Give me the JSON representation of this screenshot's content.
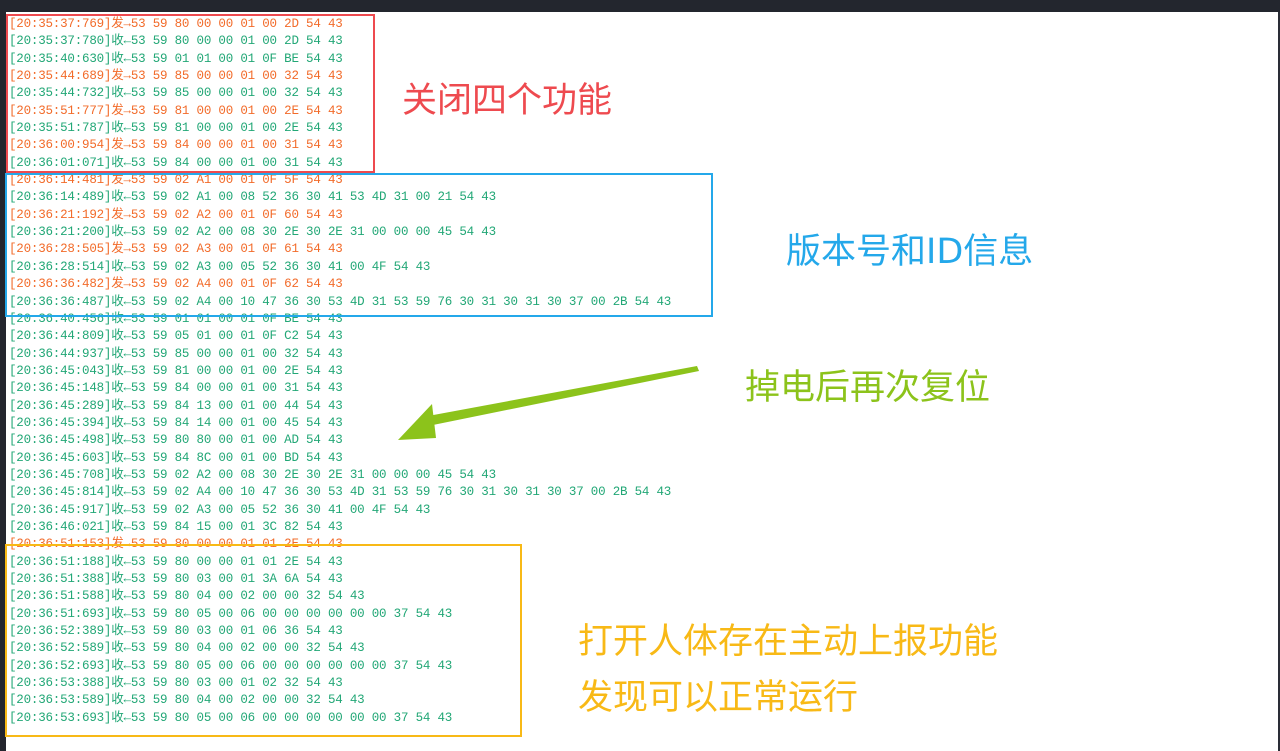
{
  "log_lines": [
    {
      "dir": "send",
      "text": "[20:35:37:769]发→53 59 80 00 00 01 00 2D 54 43"
    },
    {
      "dir": "recv",
      "text": "[20:35:37:780]收←53 59 80 00 00 01 00 2D 54 43"
    },
    {
      "dir": "recv",
      "text": "[20:35:40:630]收←53 59 01 01 00 01 0F BE 54 43"
    },
    {
      "dir": "send",
      "text": "[20:35:44:689]发→53 59 85 00 00 01 00 32 54 43"
    },
    {
      "dir": "recv",
      "text": "[20:35:44:732]收←53 59 85 00 00 01 00 32 54 43"
    },
    {
      "dir": "send",
      "text": "[20:35:51:777]发→53 59 81 00 00 01 00 2E 54 43"
    },
    {
      "dir": "recv",
      "text": "[20:35:51:787]收←53 59 81 00 00 01 00 2E 54 43"
    },
    {
      "dir": "send",
      "text": "[20:36:00:954]发→53 59 84 00 00 01 00 31 54 43"
    },
    {
      "dir": "recv",
      "text": "[20:36:01:071]收←53 59 84 00 00 01 00 31 54 43"
    },
    {
      "dir": "send",
      "text": "[20:36:14:481]发→53 59 02 A1 00 01 0F 5F 54 43"
    },
    {
      "dir": "recv",
      "text": "[20:36:14:489]收←53 59 02 A1 00 08 52 36 30 41 53 4D 31 00 21 54 43"
    },
    {
      "dir": "send",
      "text": "[20:36:21:192]发→53 59 02 A2 00 01 0F 60 54 43"
    },
    {
      "dir": "recv",
      "text": "[20:36:21:200]收←53 59 02 A2 00 08 30 2E 30 2E 31 00 00 00 45 54 43"
    },
    {
      "dir": "send",
      "text": "[20:36:28:505]发→53 59 02 A3 00 01 0F 61 54 43"
    },
    {
      "dir": "recv",
      "text": "[20:36:28:514]收←53 59 02 A3 00 05 52 36 30 41 00 4F 54 43"
    },
    {
      "dir": "send",
      "text": "[20:36:36:482]发→53 59 02 A4 00 01 0F 62 54 43"
    },
    {
      "dir": "recv",
      "text": "[20:36:36:487]收←53 59 02 A4 00 10 47 36 30 53 4D 31 53 59 76 30 31 30 31 30 37 00 2B 54 43"
    },
    {
      "dir": "recv",
      "text": "[20:36:40:456]收←53 59 01 01 00 01 0F BE 54 43"
    },
    {
      "dir": "recv",
      "text": "[20:36:44:809]收←53 59 05 01 00 01 0F C2 54 43"
    },
    {
      "dir": "recv",
      "text": "[20:36:44:937]收←53 59 85 00 00 01 00 32 54 43"
    },
    {
      "dir": "recv",
      "text": "[20:36:45:043]收←53 59 81 00 00 01 00 2E 54 43"
    },
    {
      "dir": "recv",
      "text": "[20:36:45:148]收←53 59 84 00 00 01 00 31 54 43"
    },
    {
      "dir": "recv",
      "text": "[20:36:45:289]收←53 59 84 13 00 01 00 44 54 43"
    },
    {
      "dir": "recv",
      "text": "[20:36:45:394]收←53 59 84 14 00 01 00 45 54 43"
    },
    {
      "dir": "recv",
      "text": "[20:36:45:498]收←53 59 80 80 00 01 00 AD 54 43"
    },
    {
      "dir": "recv",
      "text": "[20:36:45:603]收←53 59 84 8C 00 01 00 BD 54 43"
    },
    {
      "dir": "recv",
      "text": "[20:36:45:708]收←53 59 02 A2 00 08 30 2E 30 2E 31 00 00 00 45 54 43"
    },
    {
      "dir": "recv",
      "text": "[20:36:45:814]收←53 59 02 A4 00 10 47 36 30 53 4D 31 53 59 76 30 31 30 31 30 37 00 2B 54 43"
    },
    {
      "dir": "recv",
      "text": "[20:36:45:917]收←53 59 02 A3 00 05 52 36 30 41 00 4F 54 43"
    },
    {
      "dir": "recv",
      "text": "[20:36:46:021]收←53 59 84 15 00 01 3C 82 54 43"
    },
    {
      "dir": "send",
      "text": "[20:36:51:153]发→53 59 80 00 00 01 01 2E 54 43"
    },
    {
      "dir": "recv",
      "text": "[20:36:51:188]收←53 59 80 00 00 01 01 2E 54 43"
    },
    {
      "dir": "recv",
      "text": "[20:36:51:388]收←53 59 80 03 00 01 3A 6A 54 43"
    },
    {
      "dir": "recv",
      "text": "[20:36:51:588]收←53 59 80 04 00 02 00 00 32 54 43"
    },
    {
      "dir": "recv",
      "text": "[20:36:51:693]收←53 59 80 05 00 06 00 00 00 00 00 00 37 54 43"
    },
    {
      "dir": "recv",
      "text": "[20:36:52:389]收←53 59 80 03 00 01 06 36 54 43"
    },
    {
      "dir": "recv",
      "text": "[20:36:52:589]收←53 59 80 04 00 02 00 00 32 54 43"
    },
    {
      "dir": "recv",
      "text": "[20:36:52:693]收←53 59 80 05 00 06 00 00 00 00 00 00 37 54 43"
    },
    {
      "dir": "recv",
      "text": "[20:36:53:388]收←53 59 80 03 00 01 02 32 54 43"
    },
    {
      "dir": "recv",
      "text": "[20:36:53:589]收←53 59 80 04 00 02 00 00 32 54 43"
    },
    {
      "dir": "recv",
      "text": "[20:36:53:693]收←53 59 80 05 00 06 00 00 00 00 00 00 37 54 43"
    }
  ],
  "annotations": {
    "red": "关闭四个功能",
    "blue": "版本号和ID信息",
    "green": "掉电后再次复位",
    "yellow_line1": "打开人体存在主动上报功能",
    "yellow_line2": "发现可以正常运行"
  },
  "colors": {
    "send_text": "#f26b2a",
    "recv_text": "#22a776",
    "red_box": "#ee4a4f",
    "blue_box": "#24a8ea",
    "green_arrow": "#8cc31b",
    "yellow_box": "#f8b916"
  }
}
